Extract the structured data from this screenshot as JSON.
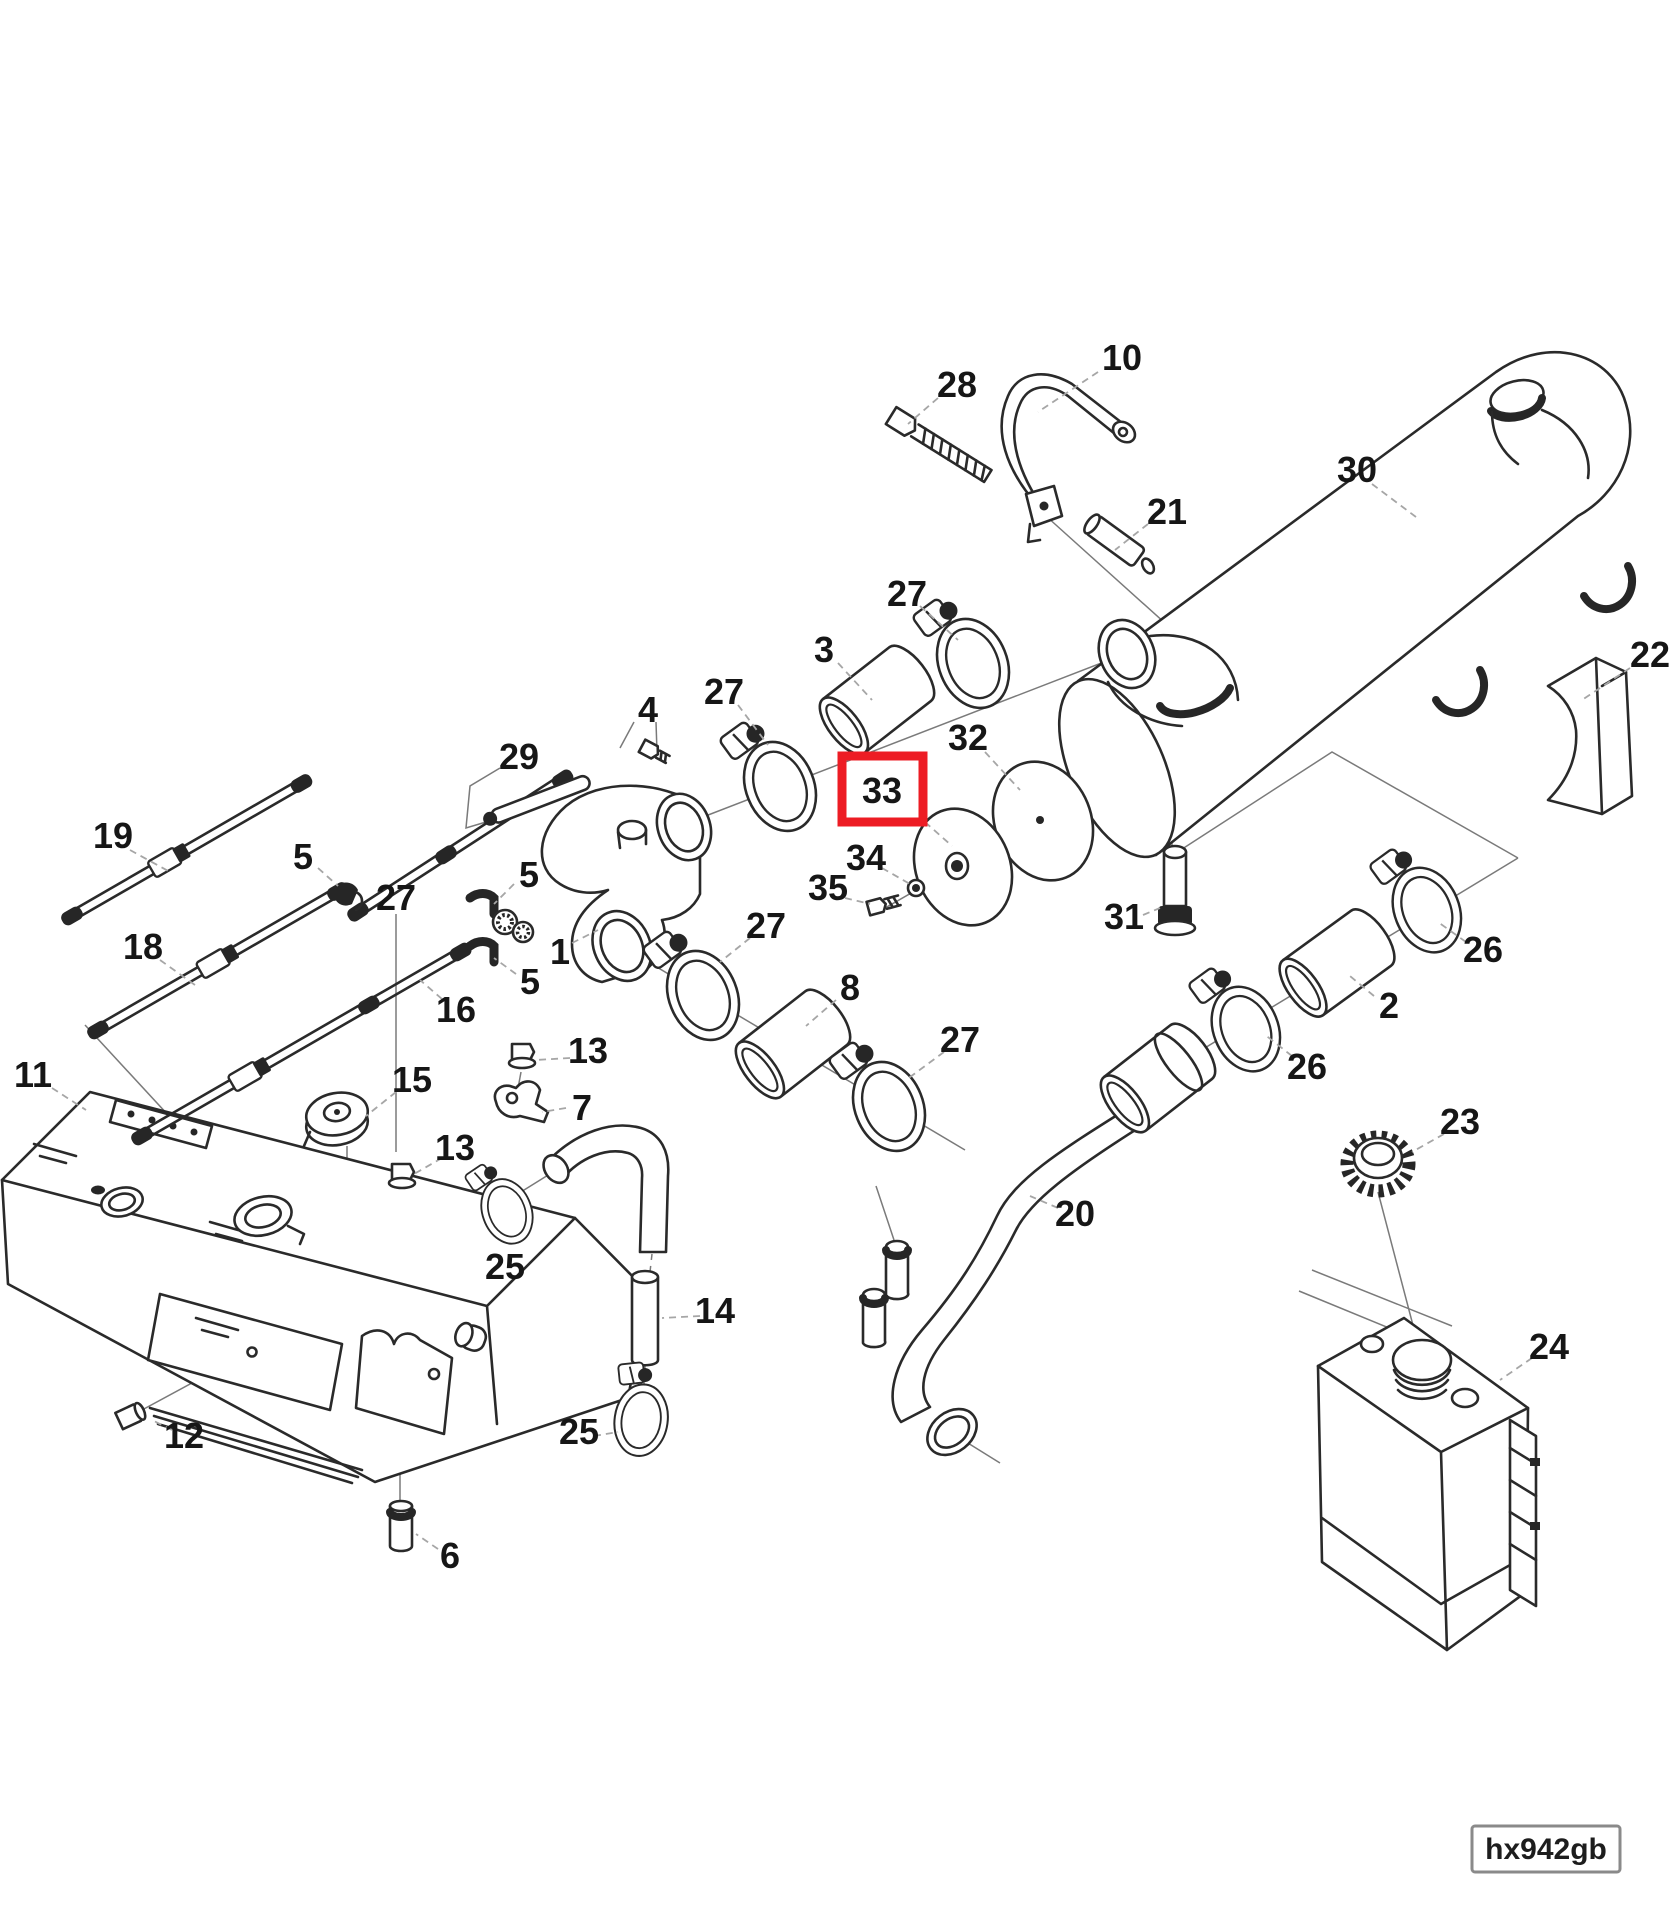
{
  "diagram": {
    "code": "hx942gb",
    "highlight": {
      "part": "33",
      "color": "#ed1c24"
    },
    "callouts": [
      "10",
      "28",
      "21",
      "30",
      "22",
      "27",
      "3",
      "27",
      "4",
      "29",
      "32",
      "34",
      "35",
      "31",
      "19",
      "5",
      "27",
      "18",
      "5",
      "1",
      "5",
      "16",
      "27",
      "8",
      "27",
      "11",
      "15",
      "13",
      "7",
      "13",
      "25",
      "14",
      "20",
      "26",
      "2",
      "26",
      "23",
      "24",
      "25",
      "12",
      "6"
    ]
  }
}
